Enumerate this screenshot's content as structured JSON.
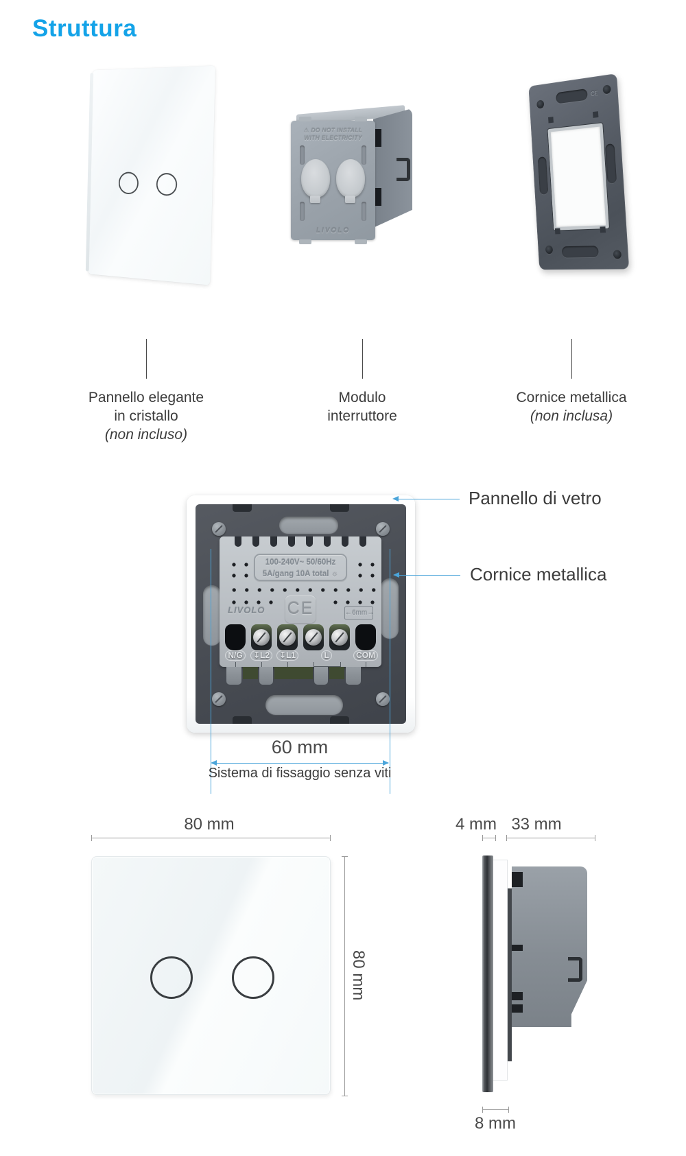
{
  "page": {
    "title": "Struttura"
  },
  "colors": {
    "accent": "#14a3e8",
    "callout_blue": "#4ba5da",
    "dim_gray": "#9a9a9a"
  },
  "top_parts": [
    {
      "line1": "Pannello elegante",
      "line2": "in cristallo",
      "note": "(non incluso)"
    },
    {
      "line1": "Modulo",
      "line2": "interruttore"
    },
    {
      "line1": "Cornice metallica",
      "note": "(non inclusa)"
    }
  ],
  "module_front": {
    "warning_icon": "⚠",
    "warning_line1": "DO NOT INSTALL",
    "warning_line2": "WITH ELECTRICITY",
    "brand": "LIVOLO"
  },
  "metal_frame": {
    "ce": "CE"
  },
  "back_view": {
    "rating_line1": "100-240V~  50/60Hz",
    "rating_line2": "5A/gang 10A total ☼",
    "brand": "LIVOLO",
    "ce": "CE",
    "wire_mark": "←6mm→",
    "terminals": [
      "N/G",
      "↧L2",
      "↧L1",
      "L",
      "COM"
    ],
    "callout_glass": "Pannello di vetro",
    "callout_frame": "Cornice metallica",
    "dim_width_label": "60 mm",
    "dim_width_caption": "Sistema di fissaggio senza viti"
  },
  "front_view": {
    "dim_width": "80 mm",
    "dim_height": "80 mm"
  },
  "side_view": {
    "dim_glass": "4 mm",
    "dim_depth": "33 mm",
    "dim_edge": "8 mm"
  }
}
